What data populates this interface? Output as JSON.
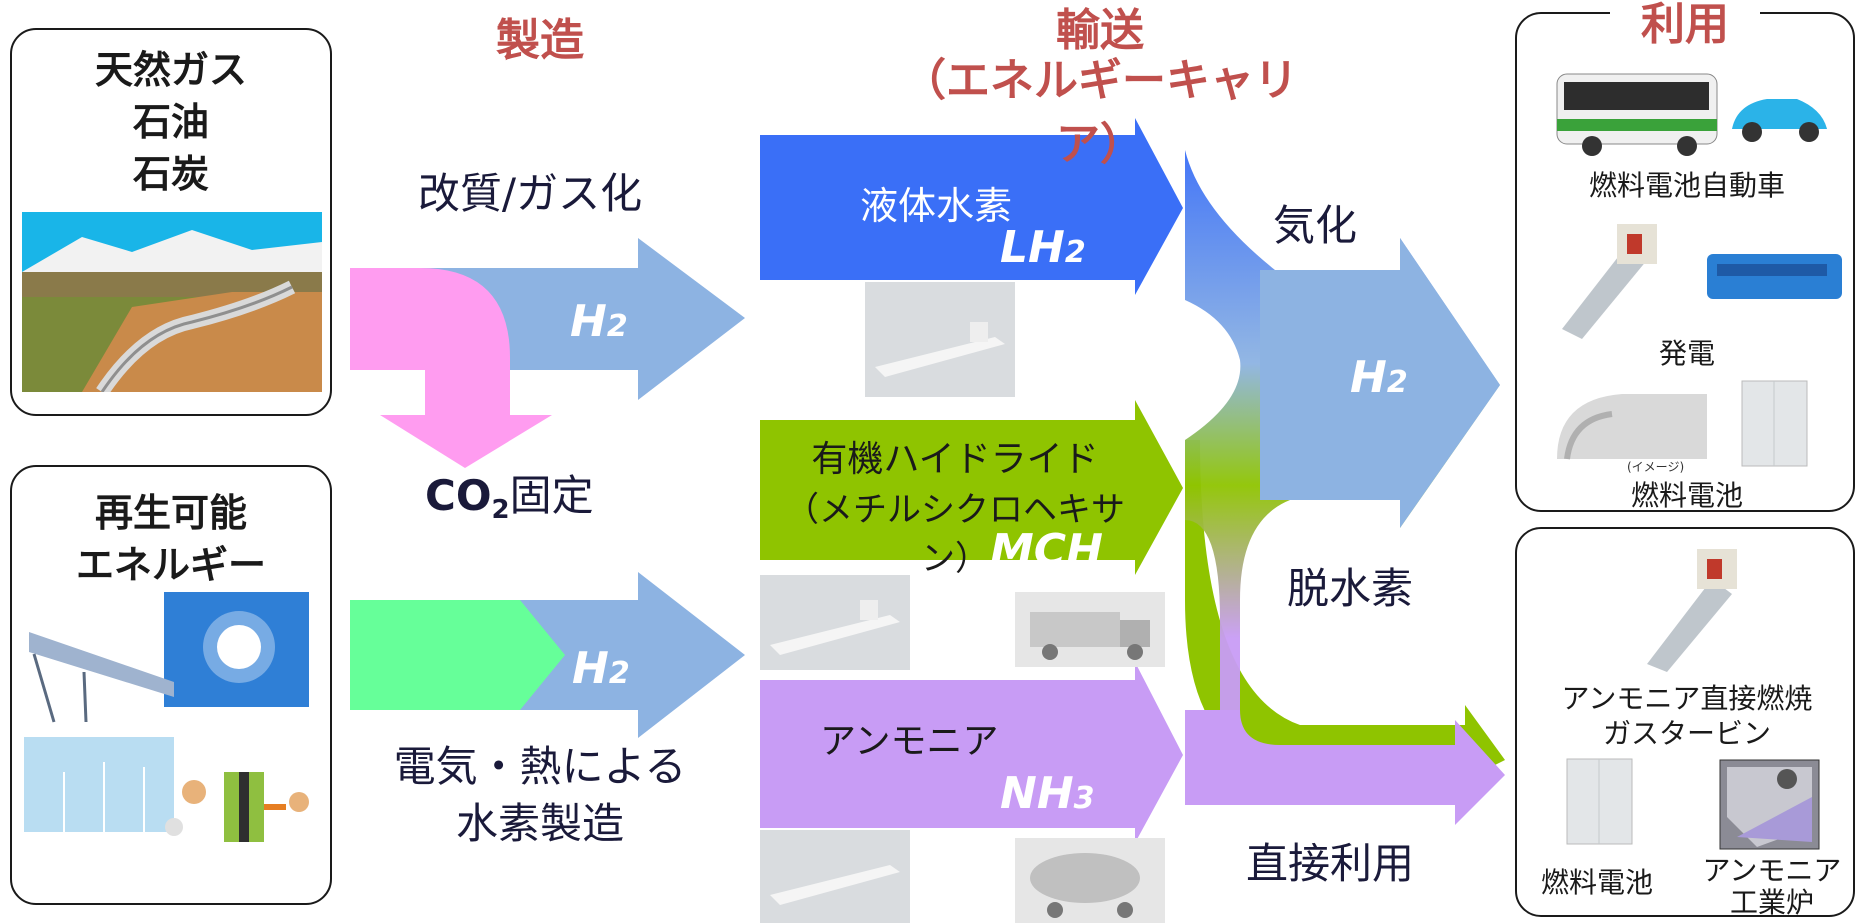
{
  "headers": {
    "production": "製造",
    "transport_line1": "輸送",
    "transport_line2": "（エネルギーキャリア）",
    "usage": "利用"
  },
  "sources": {
    "fossil": [
      "天然ガス",
      "石油",
      "石炭"
    ],
    "renewable": [
      "再生可能",
      "エネルギー"
    ]
  },
  "production": {
    "reforming": "改質/ガス化",
    "co2_prefix": "CO",
    "co2_sub": "2",
    "co2_suffix": "固定",
    "electric_line1": "電気・熱による",
    "electric_line2": "水素製造",
    "h2_base": "H",
    "h2_sub": "2"
  },
  "carriers": {
    "lh2_label": "液体水素",
    "lh2_symbol": "LH",
    "lh2_sub": "2",
    "mch_line1": "有機ハイドライド",
    "mch_line2": "（メチルシクロヘキサン）",
    "mch_symbol": "MCH",
    "nh3_label": "アンモニア",
    "nh3_symbol": "NH",
    "nh3_sub": "3"
  },
  "conversion": {
    "vaporize": "気化",
    "dehydrogenate": "脱水素",
    "direct_use": "直接利用",
    "h2_base": "H",
    "h2_sub": "2"
  },
  "usage_top": {
    "fcv": "燃料電池自動車",
    "power": "発電",
    "image_note": "(イメージ)",
    "fuel_cell": "燃料電池"
  },
  "usage_bottom": {
    "gas_turbine_line1": "アンモニア直接燃焼",
    "gas_turbine_line2": "ガスタービン",
    "fuel_cell": "燃料電池",
    "furnace_line1": "アンモニア",
    "furnace_line2": "工業炉"
  },
  "colors": {
    "lh2": "#3a6ff7",
    "mch": "#8fc400",
    "nh3": "#c89cf5",
    "h2_arrow": "#8db3e2",
    "co2": "#ff9cf0",
    "renewable": "#66ff99",
    "header_red": "#c0504d"
  }
}
